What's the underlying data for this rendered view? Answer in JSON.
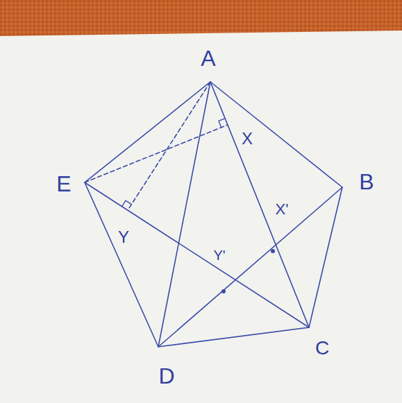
{
  "diagram": {
    "labels": [
      "A",
      "X",
      "E",
      "B",
      "X'",
      "Y",
      "Y'",
      "D",
      "C"
    ]
  }
}
